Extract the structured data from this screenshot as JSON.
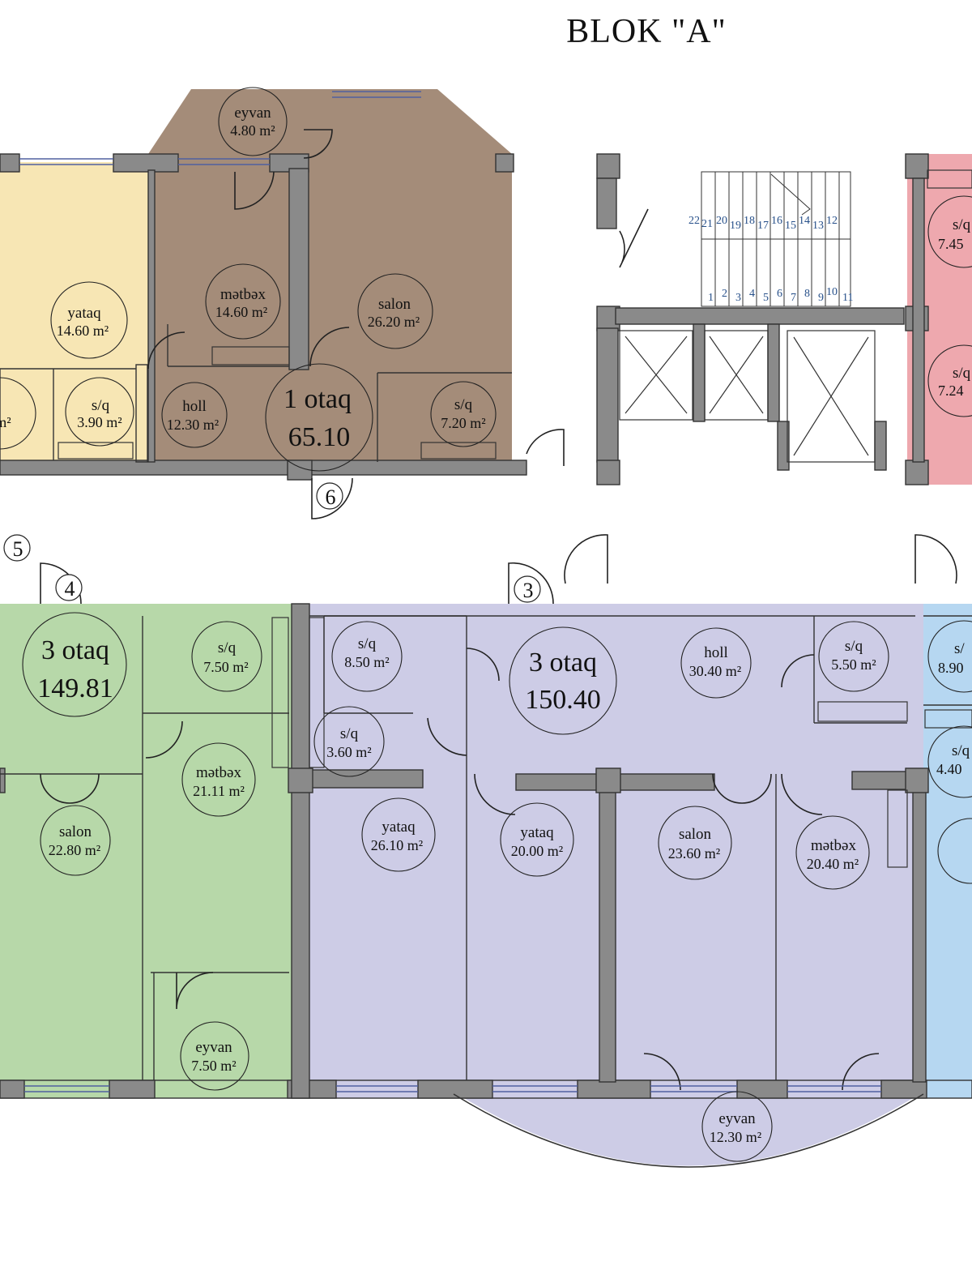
{
  "title": "BLOK \"A\"",
  "apartments": [
    {
      "id": "apt-yellow",
      "color": "#f7e6b4",
      "title": "",
      "area": "",
      "rooms": [
        {
          "name": "yataq",
          "area": "14.60 m²"
        },
        {
          "name": "s/q",
          "area": "3.90 m²"
        },
        {
          "name": "",
          "area": "m²"
        }
      ]
    },
    {
      "id": "apt-brown",
      "color": "#a48c79",
      "title": "1 otaq",
      "area": "65.10",
      "rooms": [
        {
          "name": "eyvan",
          "area": "4.80 m²"
        },
        {
          "name": "mətbəx",
          "area": "14.60 m²"
        },
        {
          "name": "salon",
          "area": "26.20 m²"
        },
        {
          "name": "holl",
          "area": "12.30 m²"
        },
        {
          "name": "s/q",
          "area": "7.20 m²"
        }
      ]
    },
    {
      "id": "apt-pink",
      "color": "#eea8ae",
      "title": "",
      "area": "",
      "rooms": [
        {
          "name": "s/q",
          "area": "7.45"
        },
        {
          "name": "s/q",
          "area": "7.24"
        }
      ]
    },
    {
      "id": "apt-green",
      "color": "#b7d8a9",
      "title": "3 otaq",
      "area": "149.81",
      "rooms": [
        {
          "name": "s/q",
          "area": "7.50 m²"
        },
        {
          "name": "mətbəx",
          "area": "21.11 m²"
        },
        {
          "name": "salon",
          "area": "22.80 m²"
        },
        {
          "name": "eyvan",
          "area": "7.50 m²"
        }
      ]
    },
    {
      "id": "apt-violet",
      "color": "#cdcce6",
      "title": "3 otaq",
      "area": "150.40",
      "rooms": [
        {
          "name": "s/q",
          "area": "8.50 m²"
        },
        {
          "name": "holl",
          "area": "30.40 m²"
        },
        {
          "name": "s/q",
          "area": "5.50 m²"
        },
        {
          "name": "s/q",
          "area": "3.60 m²"
        },
        {
          "name": "yataq",
          "area": "26.10 m²"
        },
        {
          "name": "yataq",
          "area": "20.00 m²"
        },
        {
          "name": "salon",
          "area": "23.60 m²"
        },
        {
          "name": "mətbəx",
          "area": "20.40 m²"
        },
        {
          "name": "eyvan",
          "area": "12.30 m²"
        }
      ]
    },
    {
      "id": "apt-blue",
      "color": "#b6d7f1",
      "title": "",
      "area": "",
      "rooms": [
        {
          "name": "s/",
          "area": "8.90"
        },
        {
          "name": "s/q",
          "area": "4.40"
        }
      ]
    }
  ],
  "entrance_markers": [
    "6",
    "5",
    "4",
    "3"
  ],
  "stair_steps_top": [
    "22",
    "21",
    "20",
    "19",
    "18",
    "17",
    "16",
    "15",
    "14",
    "13",
    "12"
  ],
  "stair_steps_bottom": [
    "1",
    "2",
    "3",
    "4",
    "5",
    "6",
    "7",
    "8",
    "9",
    "10",
    "11"
  ]
}
